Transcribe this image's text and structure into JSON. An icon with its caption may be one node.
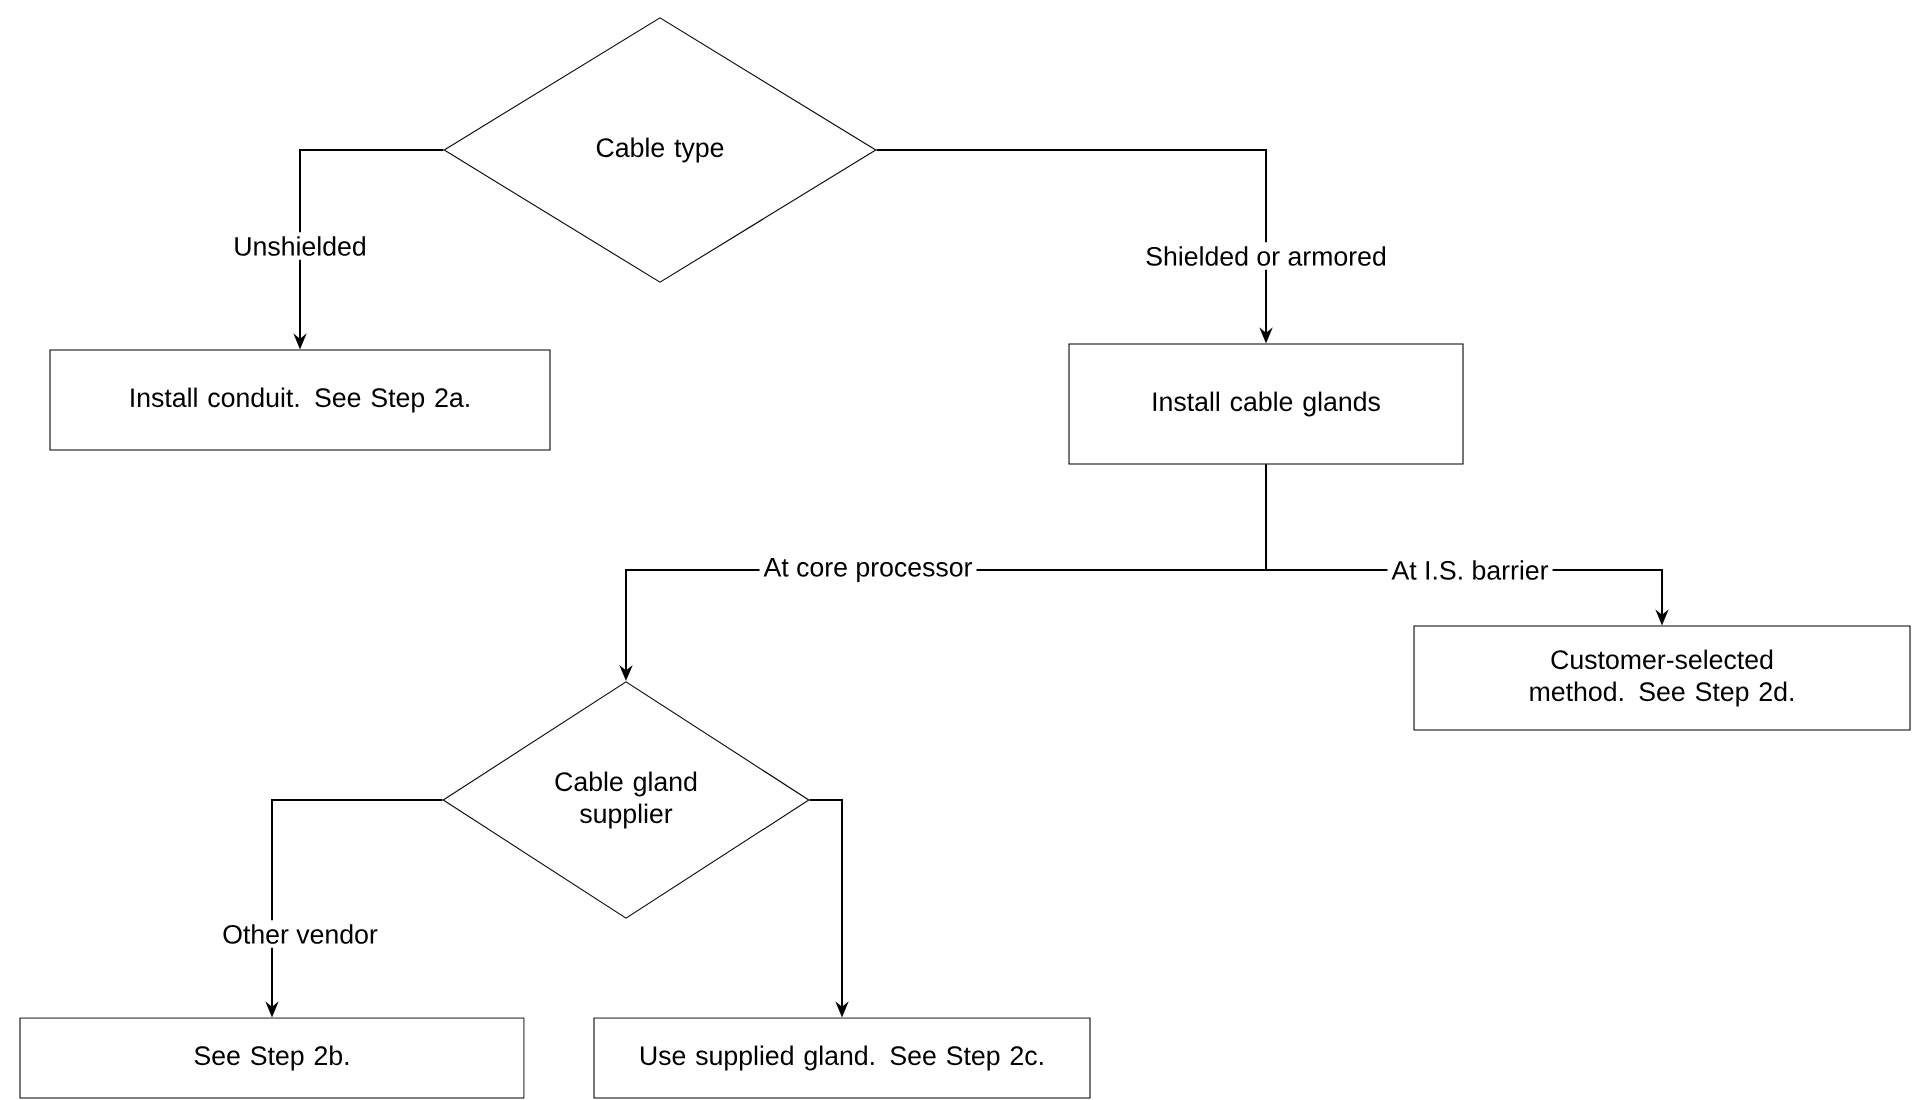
{
  "diagram": {
    "nodes": [
      {
        "text": [
          "Cable type"
        ]
      },
      {
        "text": [
          "Install conduit. See Step 2a."
        ]
      },
      {
        "text": [
          "Install cable glands"
        ]
      },
      {
        "text": [
          "Cable gland supplier"
        ]
      },
      {
        "text": [
          "Customer-selected method. See Step 2d."
        ]
      },
      {
        "text": [
          "See Step 2b."
        ]
      },
      {
        "text": [
          "Use supplied gland. See Step 2c."
        ]
      }
    ],
    "edges": [
      {
        "from": 0,
        "to": 1,
        "arrow": "to",
        "label": "Unshielded"
      },
      {
        "from": 0,
        "to": 2,
        "arrow": "to",
        "label": "Shielded or armored"
      },
      {
        "from": 2,
        "to": 3,
        "arrow": "to",
        "label": "At core processor"
      },
      {
        "from": 2,
        "to": 4,
        "arrow": "to",
        "label": "At I.S. barrier"
      },
      {
        "from": 3,
        "to": 5,
        "arrow": "to",
        "label": "Other vendor"
      },
      {
        "from": 3,
        "to": 6,
        "arrow": "to"
      }
    ]
  }
}
